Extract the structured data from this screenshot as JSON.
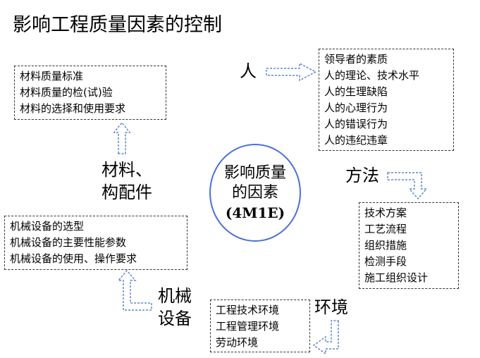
{
  "title": "影响工程质量因素的控制",
  "center": {
    "line1": "影响质量",
    "line2": "的因素",
    "code": "(4M1E)"
  },
  "categories": {
    "material": {
      "line1": "材料、",
      "line2": "构配件"
    },
    "person": "人",
    "method": "方法",
    "machine": {
      "line1": "机械",
      "line2": "设备"
    },
    "environment": "环境"
  },
  "boxes": {
    "material": [
      "材料质量标准",
      "材料质量的检(试)验",
      "材料的选择和使用要求"
    ],
    "person": [
      "领导者的素质",
      "人的理论、技术水平",
      "人的生理缺陷",
      "人的心理行为",
      "人的错误行为",
      "人的违纪违章"
    ],
    "method": [
      "技术方案",
      "工艺流程",
      "组织措施",
      "检测手段",
      "施工组织设计"
    ],
    "machine": [
      "机械设备的选型",
      "机械设备的主要性能参数",
      "机械设备的使用、操作要求"
    ],
    "environment": [
      "工程技术环境",
      "工程管理环境",
      "劳动环境"
    ]
  },
  "colors": {
    "circle_border": "#4b6fd6",
    "arrow_stroke": "#5b86d6",
    "box_border": "#333333"
  }
}
